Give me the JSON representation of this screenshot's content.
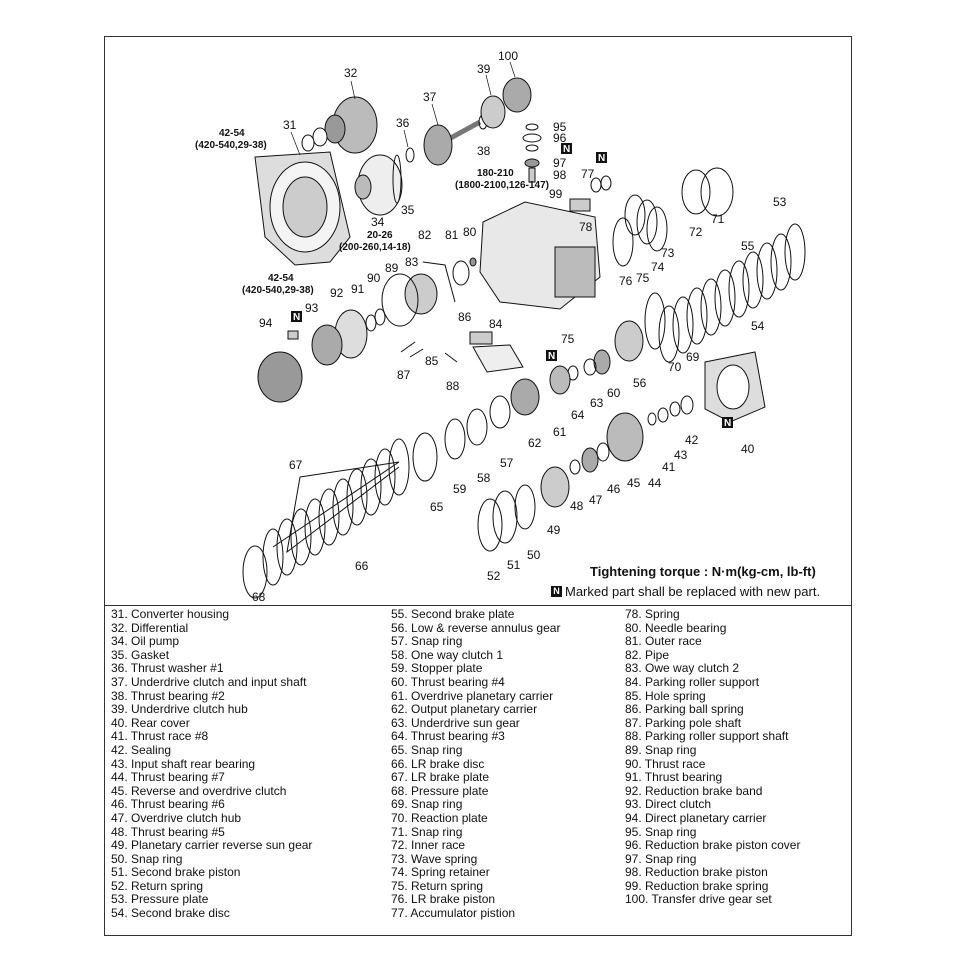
{
  "callouts": {
    "c31": "31",
    "c32": "32",
    "c34": "34",
    "c35": "35",
    "c36": "36",
    "c37": "37",
    "c38": "38",
    "c39": "39",
    "c100": "100",
    "c95": "95",
    "c96": "96",
    "c97": "97",
    "c98": "98",
    "c99": "99",
    "c77": "77",
    "c78": "78",
    "c72": "72",
    "c71": "71",
    "c53": "53",
    "c55": "55",
    "c73": "73",
    "c74": "74",
    "c75a": "75",
    "c76": "76",
    "c75": "75",
    "c54": "54",
    "c82": "82",
    "c81": "81",
    "c80": "80",
    "c83": "83",
    "c89": "89",
    "c90": "90",
    "c91": "91",
    "c92": "92",
    "c93": "93",
    "c94": "94",
    "c86": "86",
    "c84": "84",
    "c85": "85",
    "c87": "87",
    "c88": "88",
    "c70": "70",
    "c69": "69",
    "c56": "56",
    "c60": "60",
    "c63": "63",
    "c64": "64",
    "c61": "61",
    "c62": "62",
    "c57": "57",
    "c58": "58",
    "c59": "59",
    "c65": "65",
    "c67": "67",
    "c66": "66",
    "c68": "68",
    "c42": "42",
    "c43": "43",
    "c41": "41",
    "c44": "44",
    "c45": "45",
    "c46": "46",
    "c47": "47",
    "c48": "48",
    "c49": "49",
    "c50": "50",
    "c51": "51",
    "c52": "52",
    "c40": "40"
  },
  "torques": {
    "t1a": "42-54",
    "t1b": "(420-540,29-38)",
    "t2a": "180-210",
    "t2b": "(1800-2100,126-147)",
    "t3a": "20-26",
    "t3b": "(200-260,14-18)",
    "t4a": "42-54",
    "t4b": "(420-540,29-38)"
  },
  "new_part_marker": "N",
  "tightening_torque": "Tightening torque : N·m(kg-cm, lb-ft)",
  "replace_note": "Marked part shall be replaced with new part.",
  "legend_col1": [
    "31.  Converter housing",
    "32.  Differential",
    "34.  Oil pump",
    "35.  Gasket",
    "36.  Thrust washer #1",
    "37.  Underdrive clutch and input shaft",
    "38.  Thrust bearing #2",
    "39.  Underdrive clutch hub",
    "40.  Rear cover",
    "41.  Thrust race #8",
    "42.  Sealing",
    "43.  Input shaft rear bearing",
    "44.  Thrust bearing #7",
    "45.  Reverse and overdrive clutch",
    "46.  Thrust bearing #6",
    "47.  Overdrive clutch hub",
    "48.  Thrust bearing #5",
    "49.  Planetary carrier reverse sun gear",
    "50.  Snap ring",
    "51.  Second brake piston",
    "52.  Return spring",
    "53.  Pressure plate",
    "54.  Second brake disc"
  ],
  "legend_col2": [
    "55.  Second brake plate",
    "56.  Low & reverse annulus gear",
    "57.  Snap ring",
    "58.  One way clutch 1",
    "59.  Stopper plate",
    "60.  Thrust bearing #4",
    "61.  Overdrive planetary carrier",
    "62.  Output planetary carrier",
    "63.  Underdrive sun gear",
    "64.  Thrust bearing #3",
    "65.  Snap ring",
    "66.  LR brake disc",
    "67.  LR brake plate",
    "68.  Pressure plate",
    "69.  Snap ring",
    "70.  Reaction plate",
    "71.  Snap ring",
    "72.  Inner race",
    "73.  Wave spring",
    "74.  Spring retainer",
    "75.  Return spring",
    "76.  LR brake piston",
    "77.  Accumulator pistion"
  ],
  "legend_col3": [
    "78.  Spring",
    "80.  Needle bearing",
    "81.  Outer race",
    "82.  Pipe",
    "83.  Owe way clutch 2",
    "84.  Parking roller support",
    "85.  Hole spring",
    "86.  Parking ball spring",
    "87.  Parking pole shaft",
    "88.  Parking roller support shaft",
    "89.  Snap ring",
    "90.  Thrust race",
    "91.  Thrust bearing",
    "92.  Reduction brake band",
    "93.  Direct clutch",
    "94.  Direct planetary carrier",
    "95.  Snap ring",
    "96.  Reduction brake piston cover",
    "97.  Snap ring",
    "98.  Reduction brake piston",
    "99.  Reduction brake spring",
    "100.  Transfer drive gear set"
  ]
}
